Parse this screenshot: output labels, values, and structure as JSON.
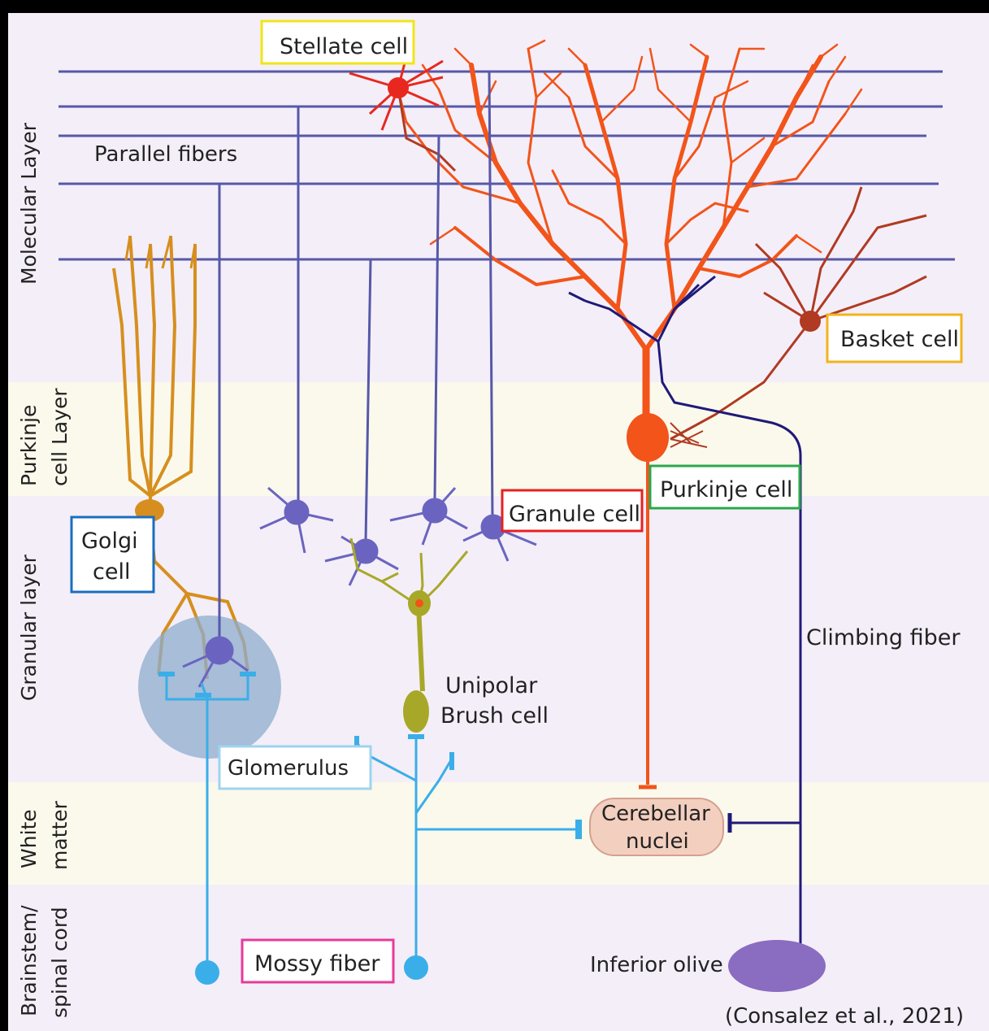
{
  "layers": {
    "molecular": "Molecular Layer",
    "purkinje_line1": "Purkinje",
    "purkinje_line2": "cell Layer",
    "granular": "Granular layer",
    "white_line1": "White",
    "white_line2": "matter",
    "brainstem_line1": "Brainstem/",
    "brainstem_line2": "spinal cord"
  },
  "labels": {
    "stellate_cell": "Stellate cell",
    "parallel_fibers": "Parallel fibers",
    "basket_cell": "Basket cell",
    "purkinje_cell": "Purkinje cell",
    "granule_cell": "Granule cell",
    "golgi_line1": "Golgi",
    "golgi_line2": "cell",
    "climbing_fiber": "Climbing fiber",
    "unipolar_line1": "Unipolar",
    "unipolar_line2": "Brush cell",
    "glomerulus": "Glomerulus",
    "cerebellar_line1": "Cerebellar",
    "cerebellar_line2": "nuclei",
    "mossy_fiber": "Mossy fiber",
    "inferior_olive": "Inferior olive",
    "citation": "(Consalez et al., 2021)"
  },
  "colors": {
    "background": "#f4eef8",
    "band_highlight": "#fbf9ec",
    "parallel_fiber": "#5658a8",
    "purkinje": "#f2541a",
    "stellate": "#e8281e",
    "basket": "#b03a22",
    "golgi": "#d68f1e",
    "granule": "#6a64c0",
    "unipolar_brush": "#a8a828",
    "mossy": "#3aaee8",
    "climbing": "#1f1a78",
    "glomerulus_halo": "#8eaccd",
    "nuclei_fill": "#f3cfbf",
    "olive": "#8a6cc0",
    "box_stellate": "#f0e51a",
    "box_basket": "#f2b31c",
    "box_purkinje": "#2aa84a",
    "box_granule": "#e82020",
    "box_golgi": "#1a6ec0",
    "box_glomerulus": "#9ed4f0",
    "box_mossy": "#e83a9a"
  }
}
